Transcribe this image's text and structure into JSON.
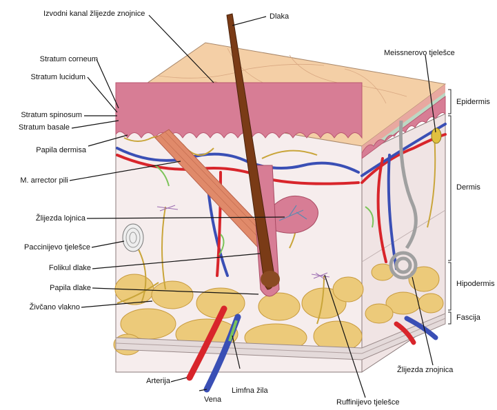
{
  "labels": {
    "duct": "Izvodni kanal žlijezde znojnice",
    "hair": "Dlaka",
    "corneum": "Stratum corneum",
    "lucidum": "Stratum lucidum",
    "spinosum": "Stratum spinosum",
    "basale": "Stratum basale",
    "papilla_dermis": "Papila dermisa",
    "arrector": "M. arrector pili",
    "sebaceous": "Žlijezda lojnica",
    "pacinian": "Paccinijevo tjelešce",
    "follicle": "Folikul dlake",
    "hair_papilla": "Papila dlake",
    "nerve": "Živčano vlakno",
    "artery": "Arterija",
    "vein": "Vena",
    "lymph": "Limfna žila",
    "ruffini": "Ruffinijevo tjelešce",
    "sweat_gland": "Žlijezda znojnica",
    "meissner": "Meissnerovo tjelešce",
    "epidermis": "Epidermis",
    "dermis": "Dermis",
    "hypodermis": "Hipodermis",
    "fascia": "Fascija"
  },
  "colors": {
    "epidermis_top": "#f4cfa6",
    "dermis": "#f6ecec",
    "papillae": "#d77d95",
    "hair": "#7a3b16",
    "muscle": "#e08a6a",
    "artery": "#d8252b",
    "vein": "#3a4fb5",
    "nerve": "#c9a53a",
    "fat": "#ecca7a",
    "lymph": "#7cc45a"
  }
}
